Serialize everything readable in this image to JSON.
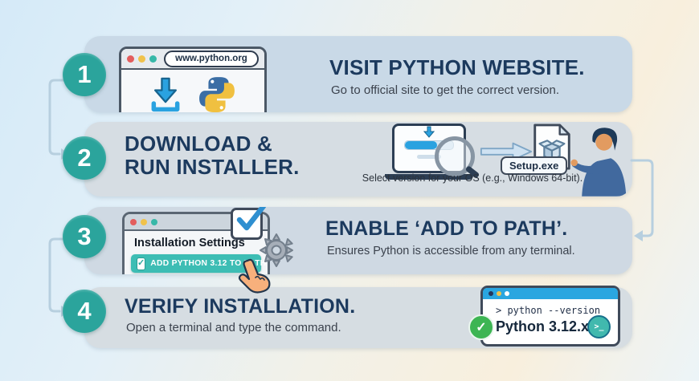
{
  "colors": {
    "badge_teal": "#2BA49C",
    "heading_navy": "#1C3A5E",
    "panel_blue_gray": "#D3DCE4",
    "accent_blue": "#2AA2E0",
    "path_button_teal": "#3DBDB4",
    "success_green": "#3DB553",
    "terminal_titlebar_blue": "#2AA6E0",
    "connector_blue": "#B7CFDF"
  },
  "steps": [
    {
      "number": "1",
      "title": "VISIT PYTHON WEBSITE.",
      "subtitle": "Go to official site to get the correct version.",
      "browser": {
        "url": "www.python.org"
      }
    },
    {
      "number": "2",
      "title_line1": "DOWNLOAD &",
      "title_line2": "RUN INSTALLER.",
      "caption": "Select version for your OS (e.g., Windows 64-bit).",
      "installer_label": "Setup.exe"
    },
    {
      "number": "3",
      "title": "ENABLE ‘ADD TO PATH’.",
      "subtitle": "Ensures Python is accessible from any terminal.",
      "window": {
        "title": "Installation Settings",
        "checkbox_label": "ADD PYTHON 3.12 TO PATH",
        "checkbox_glyph": "✓"
      }
    },
    {
      "number": "4",
      "title": "VERIFY INSTALLATION.",
      "subtitle": "Open a terminal and type the command.",
      "terminal": {
        "command": "> python --version",
        "output": "Python 3.12.x",
        "check_glyph": "✓",
        "prompt_icon": ">_"
      }
    }
  ]
}
